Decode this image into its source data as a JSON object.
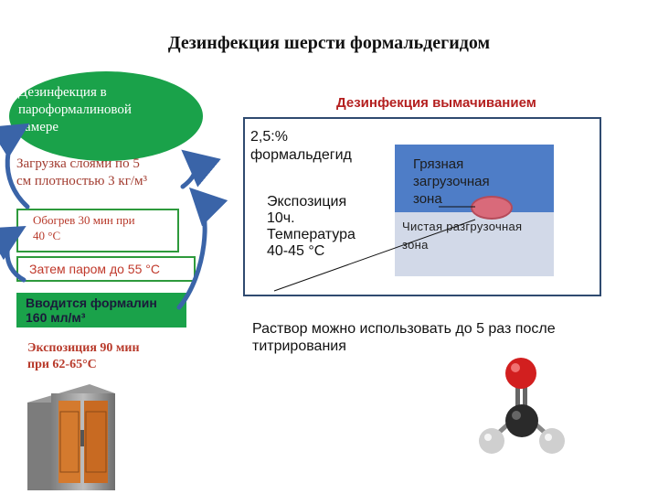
{
  "title": "Дезинфекция шерсти формальдегидом",
  "left": {
    "ellipse_lines": [
      "Дезинфекция в",
      "пароформалиновой",
      "камере"
    ],
    "load_lines": [
      "Загрузка слоями по 5",
      "см плотностью 3 кг/м³"
    ],
    "heat_lines": [
      "Обогрев 30 мин при",
      "40 °C"
    ],
    "steam": "Затем паром до 55 °C",
    "formalin_lines": [
      "Вводится формалин",
      "160 мл/м³"
    ],
    "exposure_lines": [
      "Экспозиция 90 мин",
      "при 62-65°C"
    ]
  },
  "right": {
    "title": "Дезинфекция вымачиванием",
    "concentration_lines": [
      "2,5:%",
      "формальдегид"
    ],
    "exposure_lines": [
      "Экспозиция",
      "10ч.",
      "Температура",
      "40-45 °С"
    ],
    "dirty_zone_lines": [
      "Грязная",
      "загрузочная",
      "зона"
    ],
    "clean_zone_lines": [
      "Чистая разгрузочная",
      "зона"
    ],
    "solution_lines": [
      "Раствор можно использовать до 5 раз после",
      "титрирования"
    ]
  },
  "colors": {
    "green": "#1aa24a",
    "blue_zone": "#4e7dc7",
    "light_zone": "#d2d9e8",
    "red_text": "#b83a2b",
    "frame": "#2f4a70",
    "arrow_blue": "#3a64a8",
    "oxygen": "#d21f1f",
    "carbon": "#2a2a2a",
    "hydrogen": "#cfcfcf"
  },
  "icons": [
    "curved-arrow-icon",
    "formaldehyde-molecule-icon",
    "disinfection-chamber-image"
  ]
}
